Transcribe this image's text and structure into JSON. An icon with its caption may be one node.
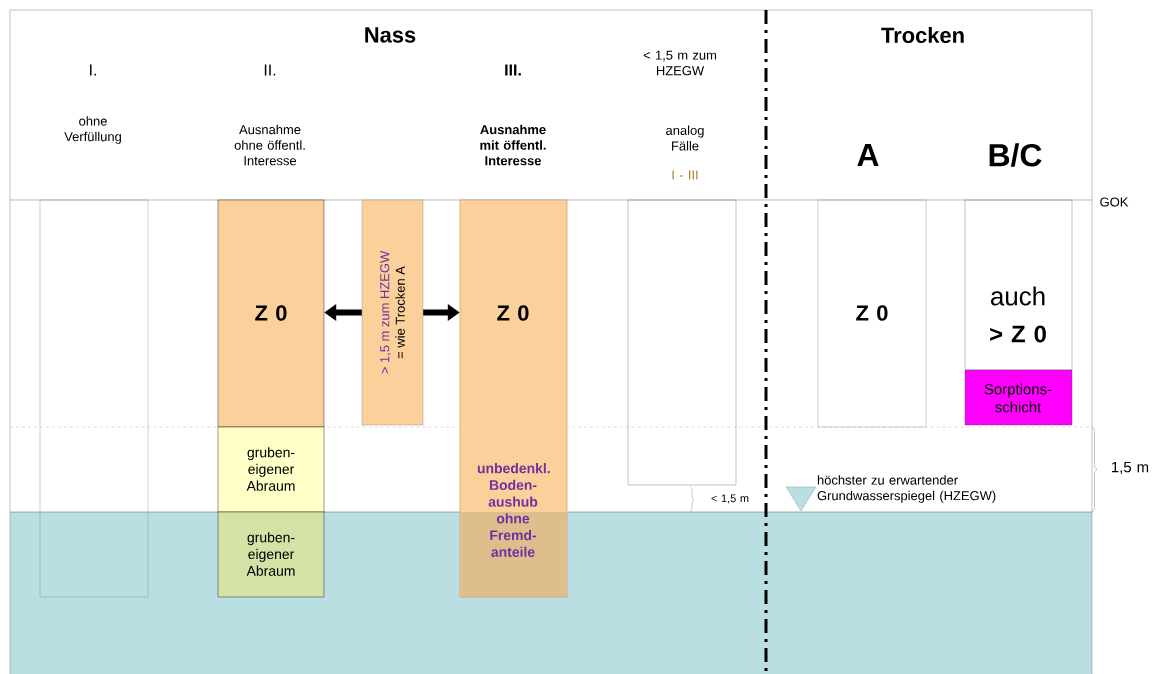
{
  "diagram": {
    "nodes": [
      {
        "text": [],
        "shape": "box"
      },
      {
        "text": [
          "Z 0"
        ]
      },
      {
        "text": [
          "> 1,5 m zum HZEGW",
          "= wie Trocken A"
        ]
      },
      {
        "text": [
          "Z 0",
          "unbedenkl. Boden-aushub ohne Fremd-anteile"
        ]
      },
      {
        "text": [],
        "shape": "box"
      },
      {
        "text": [
          "Z 0"
        ]
      },
      {
        "text": [
          "auch",
          "> Z 0"
        ]
      },
      {
        "text": [
          "Sorptions-schicht"
        ]
      },
      {
        "text": [
          "gruben-eigener Abraum"
        ]
      },
      {
        "text": [
          "gruben-eigener Abraum"
        ]
      }
    ],
    "edges": [
      {
        "from": 2,
        "to": 1,
        "arrow": "to"
      },
      {
        "from": 2,
        "to": 3,
        "arrow": "to"
      }
    ],
    "labels": [
      "Nass",
      "Trocken",
      "I.",
      "II.",
      "III.",
      "< 1,5 m zum HZEGW",
      "ohne Verfüllung",
      "Ausnahme ohne öffentl. Interesse",
      "Ausnahme mit öffentl. Interesse",
      "analog Fälle",
      "I - III",
      "A",
      "B/C",
      "GOK",
      "1,5 m",
      "höchster zu erwartender Grundwasserspiegel (HZEGW)",
      "< 1,5 m"
    ]
  }
}
